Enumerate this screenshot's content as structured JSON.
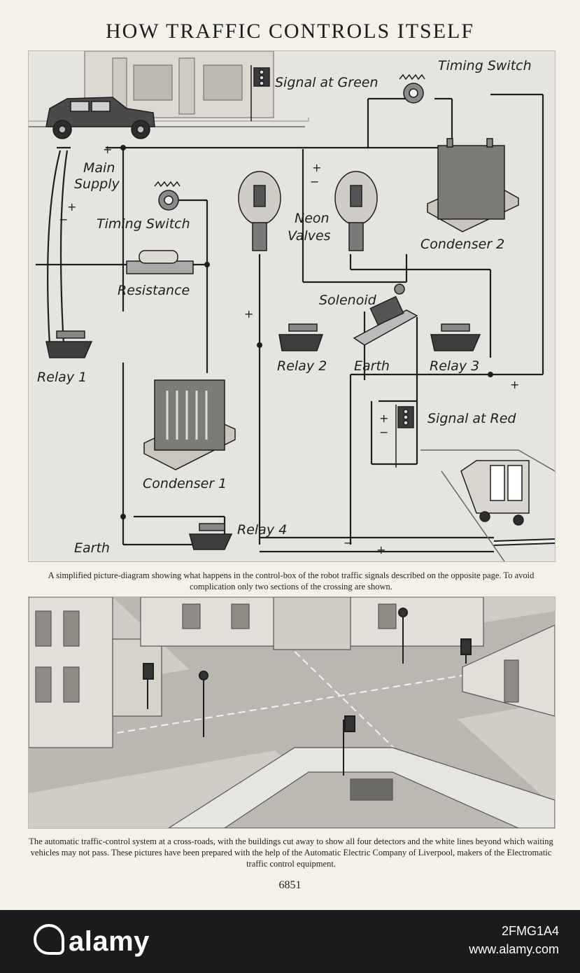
{
  "page": {
    "title": "HOW TRAFFIC CONTROLS ITSELF",
    "page_number": "6851"
  },
  "diagram": {
    "labels": {
      "signal_green": "Signal at Green",
      "timing_switch_top": "Timing Switch",
      "main_supply_1": "Main",
      "main_supply_2": "Supply",
      "timing_switch": "Timing Switch",
      "neon_1": "Neon",
      "neon_2": "Valves",
      "condenser_2": "Condenser 2",
      "resistance": "Resistance",
      "solenoid": "Solenoid",
      "relay_1": "Relay 1",
      "relay_2": "Relay 2",
      "earth_mid": "Earth",
      "relay_3": "Relay 3",
      "signal_red": "Signal at Red",
      "condenser_1": "Condenser 1",
      "relay_4": "Relay 4",
      "earth_bottom": "Earth"
    },
    "symbols": {
      "plus": "+",
      "minus": "−"
    },
    "caption": "A simplified picture-diagram showing what happens in the control-box of the robot traffic signals described on the opposite page.  To avoid complication only two sections of the crossing are shown."
  },
  "crossroads": {
    "caption": "The automatic traffic-control system at a cross-roads, with the buildings cut away to show all four detectors and the white lines beyond which waiting vehicles may not pass.  These pictures have been prepared with the help of the Automatic Electric Company of Liverpool, makers of the Electromatic traffic control equipment."
  },
  "watermark": {
    "brand": "alamy",
    "image_id": "2FMG1A4",
    "site": "www.alamy.com"
  },
  "colors": {
    "paper": "#f4f1e8",
    "footer": "#1b1b1b",
    "ink": "#1e1e1e"
  }
}
